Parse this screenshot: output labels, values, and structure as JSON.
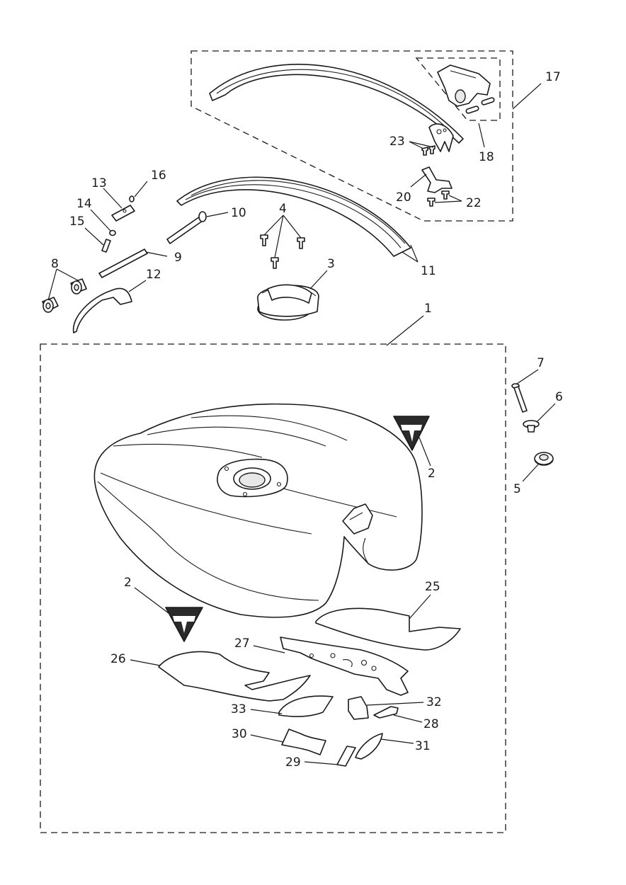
{
  "callouts": {
    "c1": "1",
    "c2a": "2",
    "c2b": "2",
    "c3": "3",
    "c4": "4",
    "c5": "5",
    "c6": "6",
    "c7": "7",
    "c8": "8",
    "c9": "9",
    "c10": "10",
    "c11": "11",
    "c12": "12",
    "c13": "13",
    "c14": "14",
    "c15": "15",
    "c16": "16",
    "c17": "17",
    "c18": "18",
    "c20": "20",
    "c22": "22",
    "c23": "23",
    "c25": "25",
    "c26": "26",
    "c27": "27",
    "c28": "28",
    "c29": "29",
    "c30": "30",
    "c31": "31",
    "c32": "32",
    "c33": "33"
  },
  "icons": {
    "badge": "triumph-badge-icon"
  },
  "colors": {
    "line": "#1a1a1a",
    "background": "#ffffff",
    "badge_fill": "#2a2a2a"
  }
}
